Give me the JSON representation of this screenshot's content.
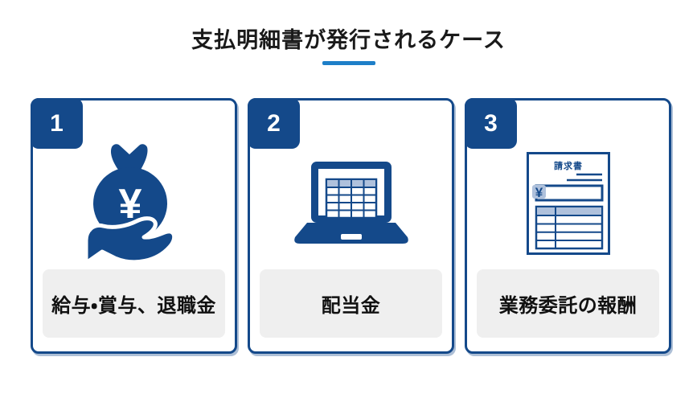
{
  "title": {
    "text": "支払明細書が発行されるケース"
  },
  "colors": {
    "primary_blue": "#14498A",
    "accent_underline_blue": "#1E7FC8",
    "icon_light_blue": "#AFC1DC",
    "label_background_gray": "#EFEFEF",
    "page_background": "#FFFFFF",
    "title_text": "#1A1A1A"
  },
  "cards": [
    {
      "number": "1",
      "label": "給与・賞与、退職金",
      "icon": "money-bag-hand-icon"
    },
    {
      "number": "2",
      "label": "配当金",
      "icon": "laptop-spreadsheet-icon"
    },
    {
      "number": "3",
      "label": "業務委託の報酬",
      "icon": "invoice-icon"
    }
  ],
  "icons": {
    "money_currency": "¥",
    "invoice_title": "請求書",
    "invoice_currency": "¥"
  }
}
